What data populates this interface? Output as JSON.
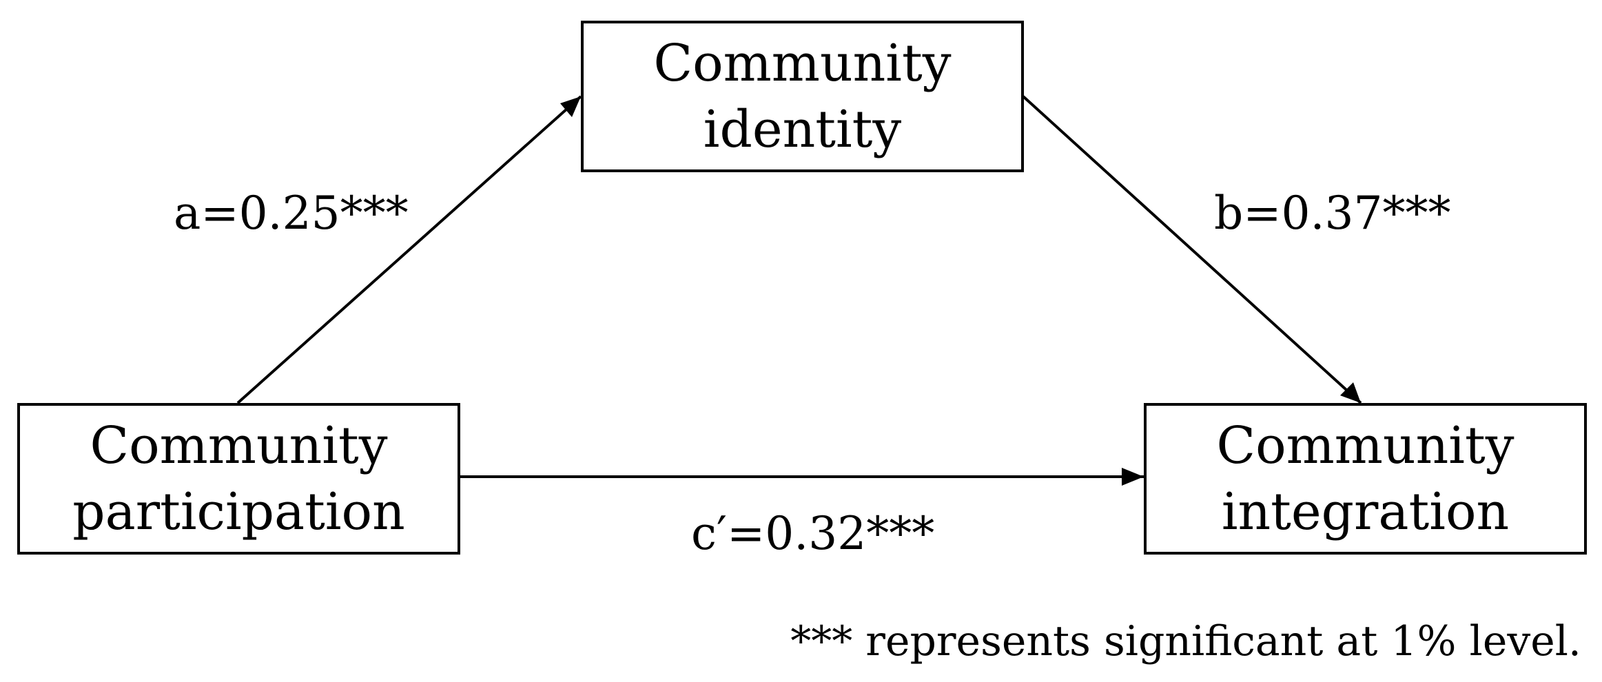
{
  "nodes": {
    "identity": {
      "line1": "Community",
      "line2": "identity"
    },
    "participation": {
      "line1": "Community",
      "line2": "participation"
    },
    "integration": {
      "line1": "Community",
      "line2": "integration"
    }
  },
  "edges": {
    "a": {
      "label": "a=0.25***"
    },
    "b": {
      "label": "b=0.37***"
    },
    "c_prime": {
      "label": "c′=0.32***"
    }
  },
  "footnote": "*** represents significant at 1% level."
}
